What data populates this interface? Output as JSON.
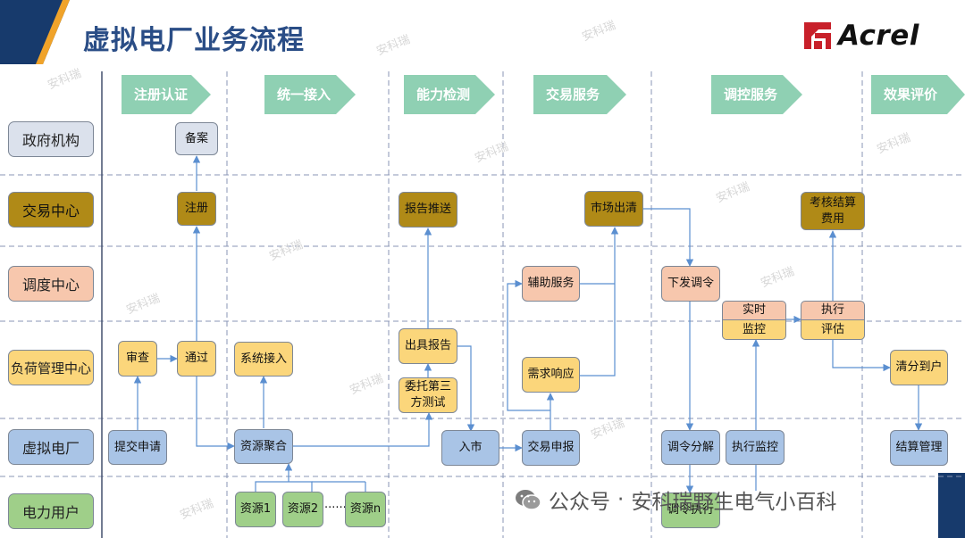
{
  "title": "虚拟电厂业务流程",
  "logo": {
    "text": "Acrel"
  },
  "phases": [
    "注册认证",
    "统一接入",
    "能力检测",
    "交易服务",
    "调控服务",
    "效果评价"
  ],
  "lanes": [
    "政府机构",
    "交易中心",
    "调度中心",
    "负荷管理中心",
    "虚拟电厂",
    "电力用户"
  ],
  "nodes": {
    "beian": "备案",
    "zhuce": "注册",
    "shencha": "审查",
    "tongguo": "通过",
    "tijiao": "提交申请",
    "xitong": "系统接入",
    "juhe": "资源聚合",
    "ziyuan1": "资源1",
    "ziyuan2": "资源2",
    "ziyuann": "资源n",
    "dots": "·······",
    "baogao_tuisong": "报告推送",
    "chuju": "出具报告",
    "weituo_1": "委托第三",
    "weituo_2": "方测试",
    "rushi": "入市",
    "fuzhu": "辅助服务",
    "xuqiu": "需求响应",
    "shichang": "市场出清",
    "shenbao": "交易申报",
    "xiafa": "下发调令",
    "shishi": "实时",
    "jiankong": "监控",
    "zhixing": "执行",
    "pinggu": "评估",
    "fenjie": "调令分解",
    "zhixing_jk": "执行监控",
    "zhixing_dl": "调令执行",
    "kaohe_1": "考核结算",
    "kaohe_2": "费用",
    "qingfen": "清分到户",
    "jiesuan": "结算管理"
  },
  "watermark": "安科瑞",
  "footer": {
    "label": "公众号",
    "sep": "·",
    "name": "安科瑞野生电气小百科"
  },
  "colors": {
    "phase_arrow": "#8fd0b3",
    "title": "#2a4d86",
    "dark_blue": "#173a6c",
    "connector": "#5b8fd0",
    "grid": "#8a96b5"
  }
}
